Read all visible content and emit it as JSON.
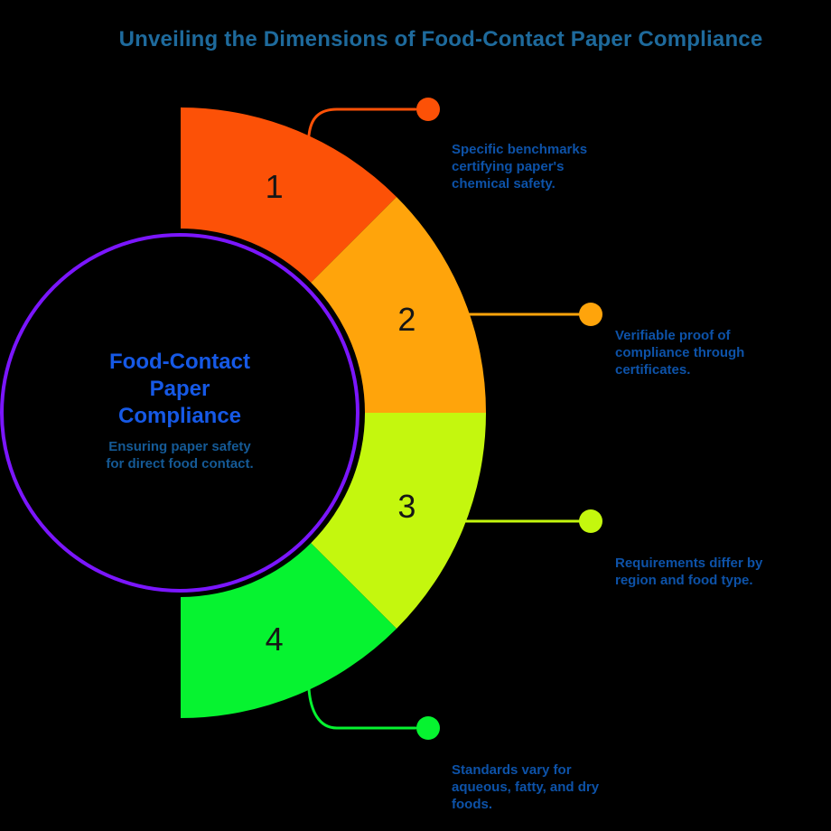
{
  "title": "Unveiling the Dimensions of Food-Contact Paper Compliance",
  "title_color": "#1e6a9c",
  "background_color": "#000000",
  "number_color": "#161616",
  "description_color": "#0d52a8",
  "center": {
    "ring_color": "#7b16ff",
    "heading_lines": [
      "Food-Contact",
      "Paper",
      "Compliance"
    ],
    "heading_color": "#1659e6",
    "subtitle_lines": [
      "Ensuring paper safety",
      "for direct food contact."
    ],
    "subtitle_color": "#155a96"
  },
  "segments": [
    {
      "number": "1",
      "color": "#fc5107",
      "description_lines": [
        "Specific benchmarks",
        "certifying paper's",
        "chemical safety."
      ]
    },
    {
      "number": "2",
      "color": "#ffa40b",
      "description_lines": [
        "Verifiable proof of",
        "compliance through",
        "certificates."
      ]
    },
    {
      "number": "3",
      "color": "#c4f70e",
      "description_lines": [
        "Requirements differ by",
        "region and food type."
      ]
    },
    {
      "number": "4",
      "color": "#06f330",
      "description_lines": [
        "Standards vary for",
        "aqueous, fatty, and dry",
        "foods."
      ]
    }
  ]
}
